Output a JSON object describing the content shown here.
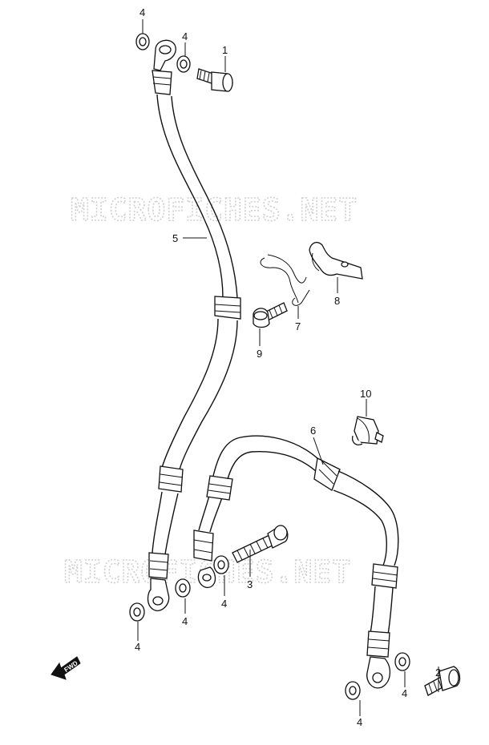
{
  "watermarks": [
    "MICROFICHES.NET",
    "MICROFICHES.NET"
  ],
  "fwd_label": "FWD",
  "callouts": {
    "c1": "1",
    "c2": "2",
    "c3": "3",
    "c4a": "4",
    "c4b": "4",
    "c4c": "4",
    "c4d": "4",
    "c4e": "4",
    "c4f": "4",
    "c4g": "4",
    "c5": "5",
    "c6": "6",
    "c7": "7",
    "c8": "8",
    "c9": "9",
    "c10": "10"
  }
}
